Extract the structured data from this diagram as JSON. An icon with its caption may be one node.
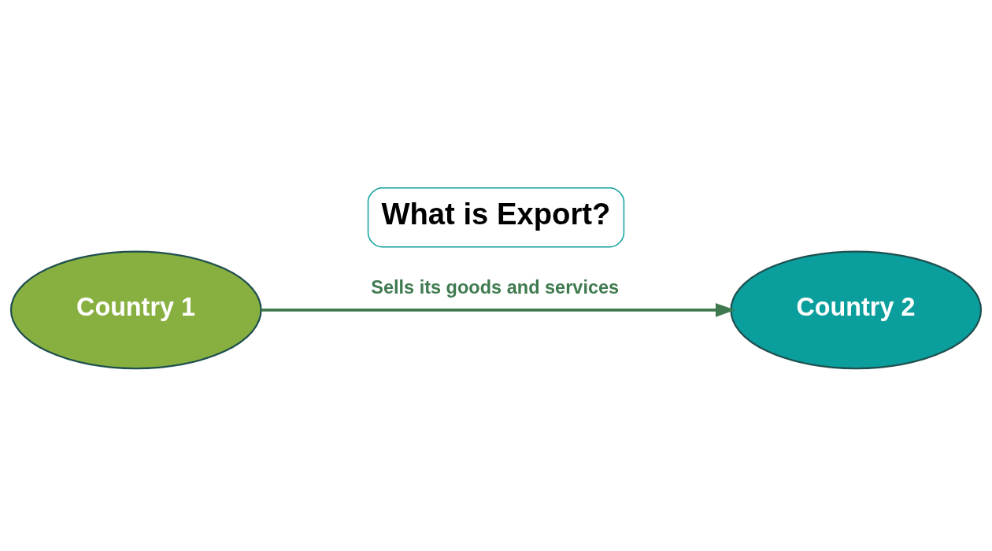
{
  "diagram": {
    "title": "What is Export?",
    "nodes": [
      {
        "text": [
          "Country 1"
        ]
      },
      {
        "text": [
          "Country 2"
        ]
      }
    ],
    "edges": [
      {
        "from": 0,
        "to": 1,
        "arrow": "to",
        "label": "Sells its goods and services"
      }
    ]
  }
}
